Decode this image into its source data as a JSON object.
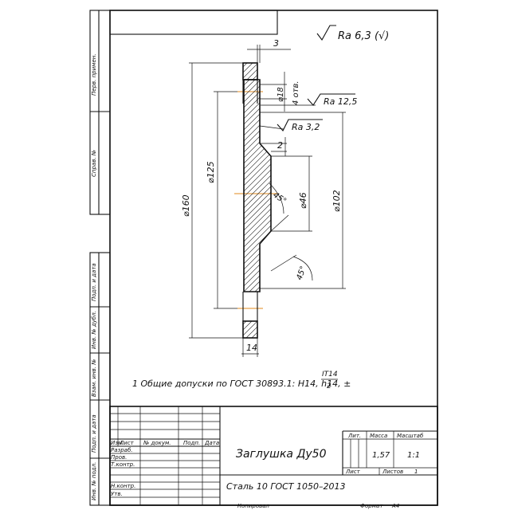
{
  "roughness": {
    "general": "Ra 6,3 (√)",
    "face": "Ra 12,5",
    "bore": "Ra 3,2"
  },
  "dimensions": {
    "thickness_top": "3",
    "hole_dia": "⌀18",
    "hole_count": "4 отв.",
    "chamfer": "2",
    "dia_160": "⌀160",
    "dia_125": "⌀125",
    "dia_46": "⌀46",
    "dia_102": "⌀102",
    "angle_top": "45°",
    "angle_bottom": "45°",
    "thickness_bottom": "14"
  },
  "note": {
    "text": "1 Общие допуски по ГОСТ 30893.1: H14, h14, ±",
    "fraction_num": "IT14",
    "fraction_den": "2"
  },
  "side_stamps": [
    "Перв. примен.",
    "Справ. №",
    "Подп. и дата",
    "Инв. № дубл.",
    "Взам. инв. №",
    "Подп. и дата",
    "Инв. № подл."
  ],
  "title_block": {
    "headers": [
      "Изм.",
      "Лист",
      "№ докум.",
      "Подп.",
      "Дата"
    ],
    "roles": [
      "Разраб.",
      "Пров.",
      "Т.контр.",
      "",
      "Н.контр.",
      "Утв."
    ],
    "name": "Заглушка Ду50",
    "material": "Сталь 10 ГОСТ 1050–2013",
    "lit_label": "Лит.",
    "mass_label": "Масса",
    "scale_label": "Масштаб",
    "mass": "1,57",
    "scale": "1:1",
    "sheet_label": "Лист",
    "sheets_label": "Листов",
    "sheets": "1"
  },
  "footer": {
    "copied": "Копировал",
    "format_label": "Формат",
    "format": "А4"
  }
}
